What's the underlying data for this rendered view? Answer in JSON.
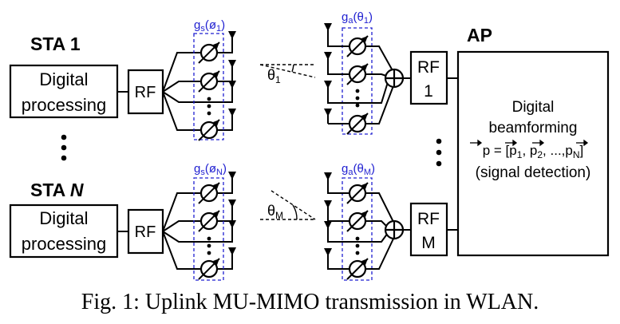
{
  "stations": [
    {
      "name_prefix": "STA ",
      "name_index": "1",
      "processing_line1": "Digital",
      "processing_line2": "processing",
      "rf": "RF",
      "gain_g": "g",
      "gain_sub": "s",
      "gain_arg": "(ø",
      "gain_arg_sub": "1",
      "gain_close": ")"
    },
    {
      "name_prefix": "STA ",
      "name_index": "N",
      "processing_line1": "Digital",
      "processing_line2": "processing",
      "rf": "RF",
      "gain_g": "g",
      "gain_sub": "s",
      "gain_arg": "(ø",
      "gain_arg_sub": "N",
      "gain_close": ")"
    }
  ],
  "ap": {
    "title": "AP",
    "gains": [
      {
        "g": "g",
        "sub": "a",
        "arg": "(θ",
        "arg_sub": "1",
        "close": ")"
      },
      {
        "g": "g",
        "sub": "a",
        "arg": "(θ",
        "arg_sub": "M",
        "close": ")"
      }
    ],
    "rf_chains": [
      {
        "line1": "RF",
        "line2": "1"
      },
      {
        "line1": "RF",
        "line2": "M"
      }
    ],
    "angles": [
      {
        "theta": "θ",
        "sub": "1"
      },
      {
        "theta": "θ",
        "sub": "M"
      }
    ],
    "beamforming": {
      "line1": "Digital",
      "line2": "beamforming",
      "eq_p": "p",
      "eq_mid": " = [",
      "p1": "p",
      "p1_sub": "1",
      "p2": "p",
      "p2_sub": "2",
      "dots": "...,",
      "pn": "p",
      "pn_sub": "N",
      "eq_end": "]",
      "line4": "(signal detection)"
    }
  },
  "caption": "Fig. 1: Uplink MU-MIMO transmission in WLAN.",
  "colors": {
    "accent_blue": "#1f1fd1",
    "ink": "#000000"
  }
}
